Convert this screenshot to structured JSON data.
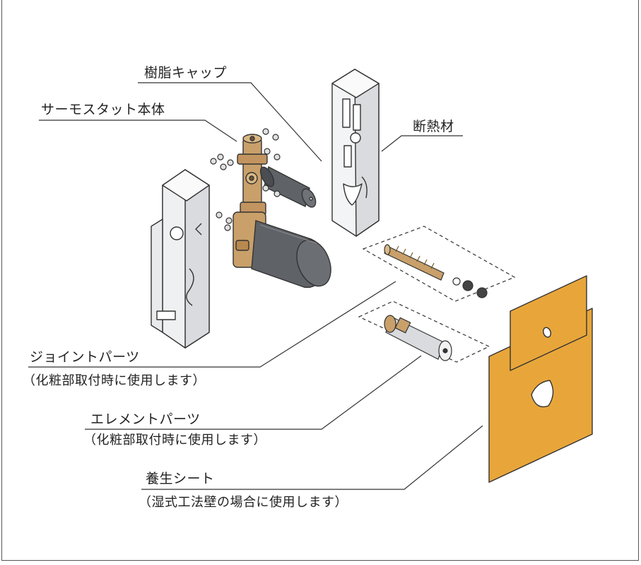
{
  "labels": {
    "resin_cap": "樹脂キャップ",
    "thermostat_body": "サーモスタット本体",
    "insulation": "断熱材",
    "joint_parts": "ジョイントパーツ",
    "joint_parts_note": "（化粧部取付時に使用します）",
    "element_parts": "エレメントパーツ",
    "element_parts_note": "（化粧部取付時に使用します）",
    "protective_sheet": "養生シート",
    "protective_sheet_note": "（湿式工法壁の場合に使用します）"
  },
  "colors": {
    "brass": "#c9a06a",
    "cap_gray": "#5f6266",
    "foam": "#e7e8ea",
    "sheet_orange": "#e8a63a",
    "line": "#333333"
  }
}
